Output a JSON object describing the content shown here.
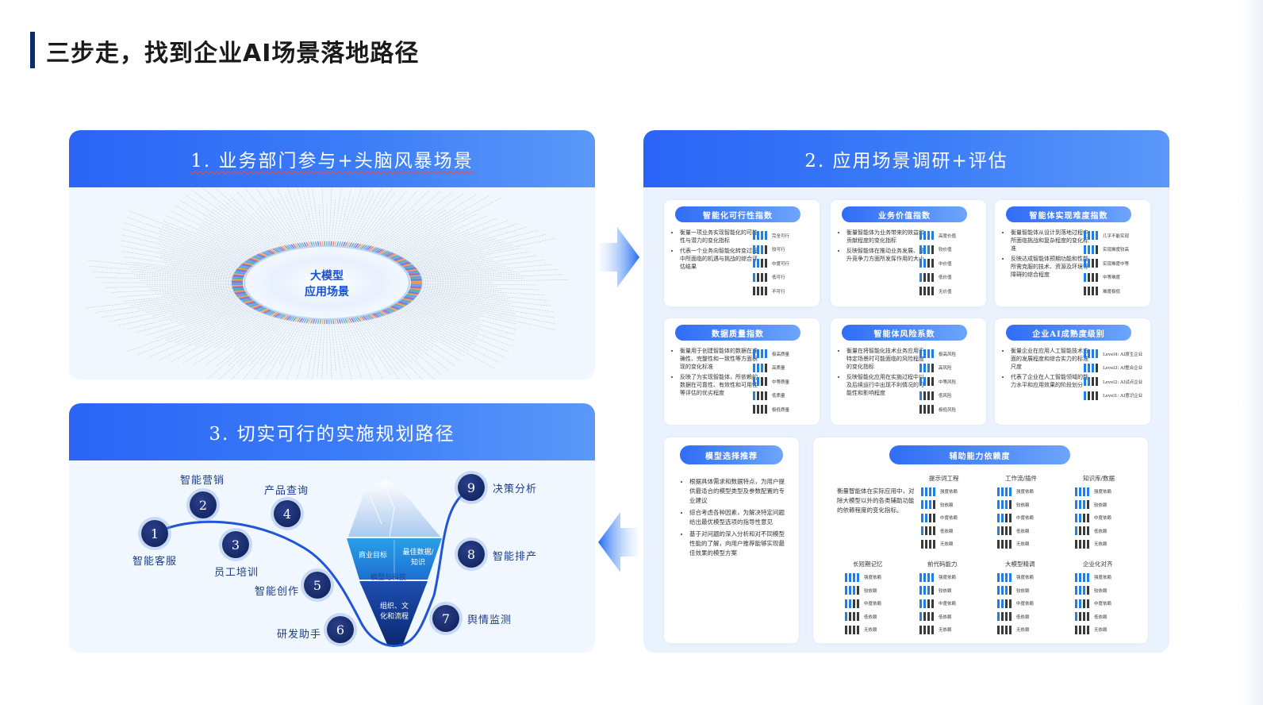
{
  "page": {
    "title": "三步走，找到企业AI场景落地路径"
  },
  "colors": {
    "accent": "#2a64f6",
    "dark_navy": "#0b2c6a",
    "panel_bg": "#f1f7fe"
  },
  "panel1": {
    "title": "1. 业务部门参与+头脑风暴场景",
    "center_line1": "大模型",
    "center_line2": "应用场景"
  },
  "panel2": {
    "title": "2. 应用场景调研+评估",
    "cards": [
      {
        "title": "智能化可行性指数",
        "bullets": [
          "衡量一项业务实现智能化的可能性与潜力的变化指标",
          "代表一个业务向智能化转变过程中所面临的机遇与挑战的综合评估结果"
        ],
        "bars": [
          "完全可行",
          "较可行",
          "中度可行",
          "低可行",
          "不可行"
        ]
      },
      {
        "title": "业务价值指数",
        "bullets": [
          "衡量智能体为业务带来的效益和贡献程度的变化指标",
          "反映智能体在推动业务发展、提升竞争力方面所发挥作用的大小"
        ],
        "bars": [
          "高度价值",
          "较价值",
          "中价值",
          "低价值",
          "无价值"
        ]
      },
      {
        "title": "智能体实现难度指数",
        "bullets": [
          "衡量智能体从设计到落地过程中所面临挑战和复杂程度的变化标准",
          "反映达成智能体预期功能和性能所需克服的技术、资源及环境等障碍的综合程度"
        ],
        "bars": [
          "几乎不能实现",
          "实现难度较高",
          "实现难度中等",
          "中等难度",
          "难度极低"
        ]
      },
      {
        "title": "数据质量指数",
        "bullets": [
          "衡量用于创建智能体的数据在准确性、完整性和一致性等方面表现的变化标准",
          "反映了为实现智能体，所依赖的数据在可靠性、有效性和可用性等评估的优劣程度"
        ],
        "bars": [
          "极高质量",
          "高质量",
          "中等质量",
          "低质量",
          "极低质量"
        ]
      },
      {
        "title": "智能体风险系数",
        "bullets": [
          "衡量在将智能化技术业务应用于特定场景时可能面临的风险程度的变化指标",
          "反映智能化应用在实施过程中以及后续运行中出现不利情况的可能性和影响程度"
        ],
        "bars": [
          "极高风险",
          "高风险",
          "中等风险",
          "低风险",
          "极低风险"
        ]
      },
      {
        "title": "企业AI成熟度级别",
        "bullets": [
          "衡量企业在应用人工智能技术方面的发展程度和综合实力的标准尺度",
          "代表了企业在人工智能领域的能力水平和应用效果的阶段划分"
        ],
        "bars": [
          "Level4: AI原生企业",
          "Level3: AI整合企业",
          "Level2: AI试点企业",
          "Level1: AI意识企业"
        ]
      }
    ],
    "model_card": {
      "title": "模型选择推荐",
      "bullets": [
        "根据具体需求和数据特点，为用户提供最适合的模型类型及参数配置的专业建议",
        "综合考虑各种因素，为解决特定问题给出最优模型选项的指导性意见",
        "基于对问题的深入分析和对不同模型性能的了解，向用户推荐能够实现最佳效果的模型方案"
      ]
    },
    "dependency_card": {
      "title": "辅助能力依赖度",
      "intro": "衡量智能体在实际应用中，对除大模型以外的各类辅助功能的依赖程度的变化指标。",
      "groups_top": [
        {
          "name": "提示词工程",
          "bars": [
            "强度依赖",
            "较依赖",
            "中度依赖",
            "低依赖",
            "无依赖"
          ]
        },
        {
          "name": "工作流/插件",
          "bars": [
            "强度依赖",
            "较依赖",
            "中度依赖",
            "低依赖",
            "无依赖"
          ]
        },
        {
          "name": "知识库/数据",
          "bars": [
            "强度依赖",
            "较依赖",
            "中度依赖",
            "低依赖",
            "无依赖"
          ]
        }
      ],
      "groups_bottom": [
        {
          "name": "长短期记忆",
          "bars": [
            "强度依赖",
            "较依赖",
            "中度依赖",
            "低依赖",
            "无依赖"
          ]
        },
        {
          "name": "前代码能力",
          "bars": [
            "强度依赖",
            "较依赖",
            "中度依赖",
            "低依赖",
            "无依赖"
          ]
        },
        {
          "name": "大模型精调",
          "bars": [
            "强度依赖",
            "较依赖",
            "中度依赖",
            "低依赖",
            "无依赖"
          ]
        },
        {
          "name": "企业化对齐",
          "bars": [
            "强度依赖",
            "较依赖",
            "中度依赖",
            "低依赖",
            "无依赖"
          ]
        }
      ]
    }
  },
  "panel3": {
    "title": "3. 切实可行的实施规划路径",
    "steps": [
      {
        "num": "1",
        "label": "智能客服"
      },
      {
        "num": "2",
        "label": "智能营销"
      },
      {
        "num": "3",
        "label": "员工培训"
      },
      {
        "num": "4",
        "label": "产品查询"
      },
      {
        "num": "5",
        "label": "智能创作"
      },
      {
        "num": "6",
        "label": "研发助手"
      },
      {
        "num": "7",
        "label": "舆情监测"
      },
      {
        "num": "8",
        "label": "智能排产"
      },
      {
        "num": "9",
        "label": "决策分析"
      }
    ],
    "iceberg": {
      "top": "模型与科技",
      "left": "商业目标",
      "right": "最佳数据/知识",
      "bottom": "组织、文化和流程"
    }
  }
}
